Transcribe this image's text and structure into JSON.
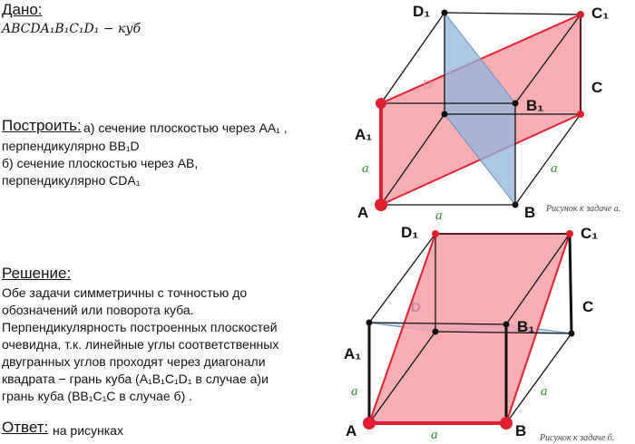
{
  "given": {
    "header": "Дано:",
    "cube_label": "ABCDA₁B₁C₁D₁ − куб"
  },
  "construct": {
    "header": "Построить:",
    "line1": "а) сечение плоскостью через AA₁ ,",
    "line2": "перпендикулярно BB₁D",
    "line3": "б) сечение плоскостью через AB,",
    "line4": "перпендикулярно CDA₁"
  },
  "solution": {
    "header": "Решение:",
    "lines": [
      "Обе задачи симметричны с точностью до",
      "обозначений или поворота куба.",
      "Перпендикулярность построенных плоскостей",
      "очевидна, т.к. линейные углы соответственных",
      " двугранных углов проходят через диагонали",
      "квадрата  − грань куба (A₁B₁C₁D₁ в случае а)и",
      "грань куба (BB₁C₁C в случае б) ."
    ]
  },
  "answer": {
    "header": "Ответ:",
    "text": "на рисунках"
  },
  "figure_a": {
    "labels": {
      "D1": "D₁",
      "C1": "C₁",
      "C": "C",
      "B1": "B₁",
      "A1": "A₁",
      "A": "A",
      "B": "B",
      "D": "D",
      "edge_left": "a",
      "edge_bottom": "a",
      "edge_right": "a"
    },
    "caption": "Рисунок к задаче а."
  },
  "figure_b": {
    "labels": {
      "D1": "D₁",
      "C1": "C₁",
      "C": "C",
      "B1": "B₁",
      "A1": "A₁",
      "A": "A",
      "B": "B",
      "D": "D",
      "edge_left": "a",
      "edge_bottom": "a",
      "edge_right": "a"
    },
    "caption": "Рисунок к задаче б."
  },
  "colors": {
    "section_fill": "#f4a0a6",
    "section_edge": "#e02030",
    "blue_plane": "#8fb6e2",
    "cube_edge": "#111111",
    "edge_label": "#3a8a3a"
  }
}
